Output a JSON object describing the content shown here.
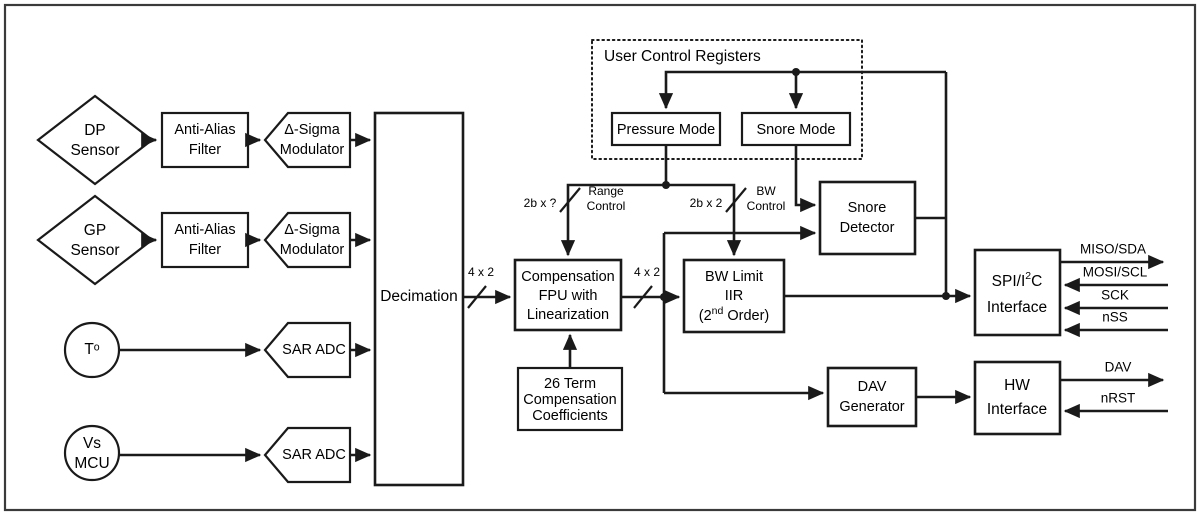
{
  "figure": {
    "title": "Sensor signal chain block diagram",
    "frame": true,
    "background": "#ffffff",
    "line_color": "#1a1a1a"
  },
  "sensors": [
    {
      "id": "dp-sensor",
      "shape": "diamond",
      "line1": "DP",
      "line2": "Sensor"
    },
    {
      "id": "gp-sensor",
      "shape": "diamond",
      "line1": "GP",
      "line2": "Sensor"
    },
    {
      "id": "temp-sensor",
      "shape": "circle",
      "line1": "Tᵒ",
      "line2": ""
    },
    {
      "id": "vs-mcu",
      "shape": "circle",
      "line1": "Vs",
      "line2": "MCU"
    }
  ],
  "blocks": {
    "anti_alias_1": {
      "line1": "Anti-Alias",
      "line2": "Filter"
    },
    "anti_alias_2": {
      "line1": "Anti-Alias",
      "line2": "Filter"
    },
    "modulator_1": {
      "line1": "Δ-Sigma",
      "line2": "Modulator"
    },
    "modulator_2": {
      "line1": "Δ-Sigma",
      "line2": "Modulator"
    },
    "sar_adc_1": {
      "label": "SAR ADC"
    },
    "sar_adc_2": {
      "label": "SAR ADC"
    },
    "decimation": {
      "label": "Decimation"
    },
    "compensation_fpu": {
      "line1": "Compensation",
      "line2": "FPU with",
      "line3": "Linearization"
    },
    "coefficients": {
      "line1": "26 Term",
      "line2": "Compensation",
      "line3": "Coefficients"
    },
    "bw_limit": {
      "line1": "BW Limit",
      "line2": "IIR",
      "line3_pre": "(2",
      "line3_sup": "nd",
      "line3_post": " Order)"
    },
    "snore_detector": {
      "line1": "Snore",
      "line2": "Detector"
    },
    "dav_generator": {
      "line1": "DAV",
      "line2": "Generator"
    },
    "spi_i2c": {
      "line1_pre": "SPI/I",
      "line1_sup": "2",
      "line1_post": "C",
      "line2": "Interface"
    },
    "hw_interface": {
      "line1": "HW",
      "line2": "Interface"
    }
  },
  "user_control_registers": {
    "title": "User Control Registers",
    "registers": [
      {
        "id": "pressure-mode",
        "label": "Pressure Mode"
      },
      {
        "id": "snore-mode",
        "label": "Snore Mode"
      }
    ]
  },
  "bus_labels": {
    "decimation_out": "4 x 2",
    "compensation_out": "4 x 2",
    "range_width": "2b x ?",
    "bw_width": "2b x 2"
  },
  "control_labels": {
    "range": {
      "line1": "Range",
      "line2": "Control"
    },
    "bw": {
      "line1": "BW",
      "line2": "Control"
    }
  },
  "io_signals": {
    "spi": [
      {
        "name": "MISO/SDA",
        "direction": "out"
      },
      {
        "name": "MOSI/SCL",
        "direction": "in"
      },
      {
        "name": "SCK",
        "direction": "in"
      },
      {
        "name": "nSS",
        "direction": "in"
      }
    ],
    "hw": [
      {
        "name": "DAV",
        "direction": "out"
      },
      {
        "name": "nRST",
        "direction": "in"
      }
    ]
  }
}
